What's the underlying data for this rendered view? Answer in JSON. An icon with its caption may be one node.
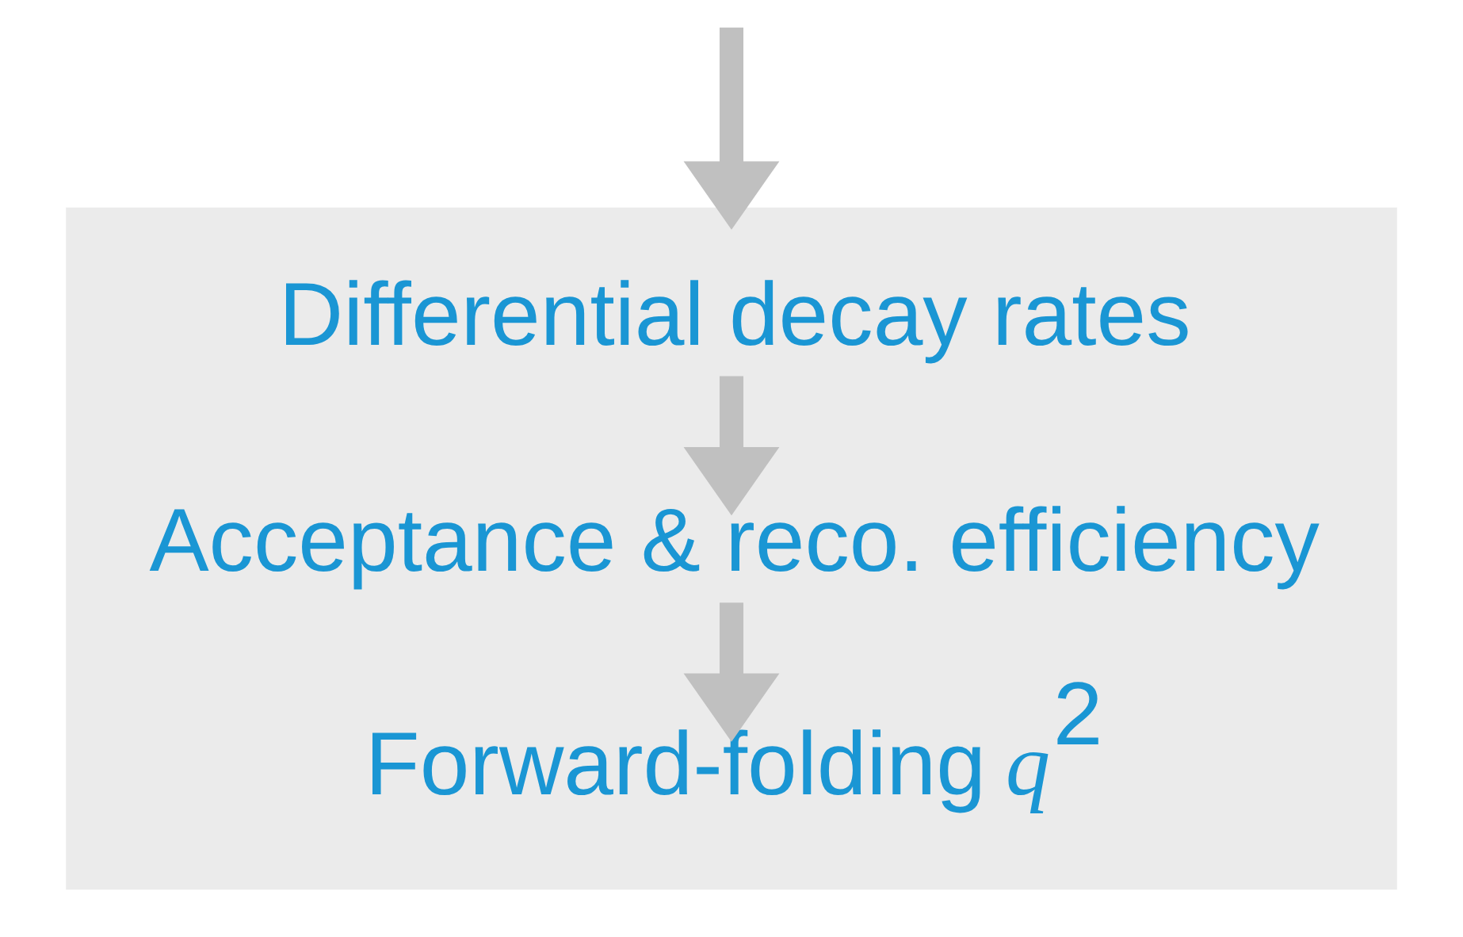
{
  "diagram": {
    "nodes": [
      {
        "text": [],
        "shape": "box"
      },
      {
        "text": [
          "Differential decay rates"
        ],
        "in": 0
      },
      {
        "text": [
          "Acceptance & reco. efficiency"
        ],
        "in": 0
      },
      {
        "text": [
          "Forward-folding *q*$^{2}$"
        ],
        "in": 0
      }
    ],
    "edges": [
      {
        "from": null,
        "to": 0,
        "arrow": "to"
      },
      {
        "from": 1,
        "to": 2,
        "arrow": "to"
      },
      {
        "from": 2,
        "to": 3,
        "arrow": "to"
      }
    ]
  }
}
